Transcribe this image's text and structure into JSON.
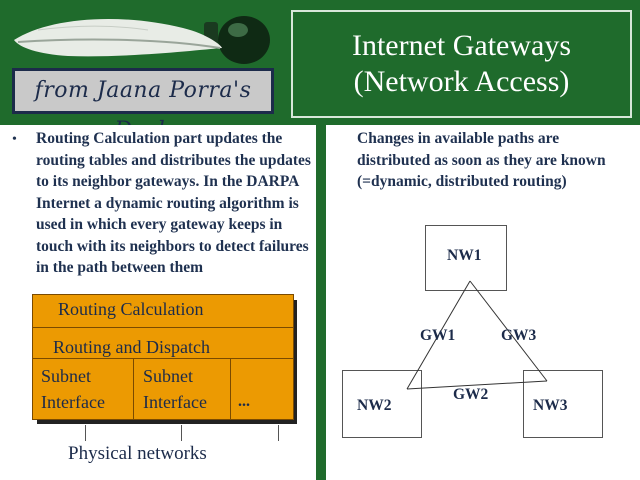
{
  "header": {
    "logo_caption": "from Jaana Porra's Desk",
    "title_line1": "Internet Gateways",
    "title_line2": "(Network Access)"
  },
  "left": {
    "bullet": "•",
    "text": "Routing Calculation part updates the routing tables and distributes the updates to its neighbor gateways. In the DARPA Internet a dynamic routing algorithm is used in which every gateway keeps in touch with its neighbors to detect failures in the path between them"
  },
  "stack": {
    "routing_calculation": "Routing Calculation",
    "routing_dispatch": "Routing and Dispatch",
    "subnet1_line1": "Subnet",
    "subnet1_line2": "Interface",
    "subnet2_line1": "Subnet",
    "subnet2_line2": "Interface",
    "ellipsis": "...",
    "physical_networks": "Physical networks"
  },
  "right": {
    "text": "Changes in available paths are distributed as soon as they are known (=dynamic, distributed routing)"
  },
  "network": {
    "nw1": "NW1",
    "nw2": "NW2",
    "nw3": "NW3",
    "gw1": "GW1",
    "gw2": "GW2",
    "gw3": "GW3"
  },
  "colors": {
    "background": "#1f6b2c",
    "stack_fill": "#ec9a02",
    "text": "#1f3150"
  }
}
